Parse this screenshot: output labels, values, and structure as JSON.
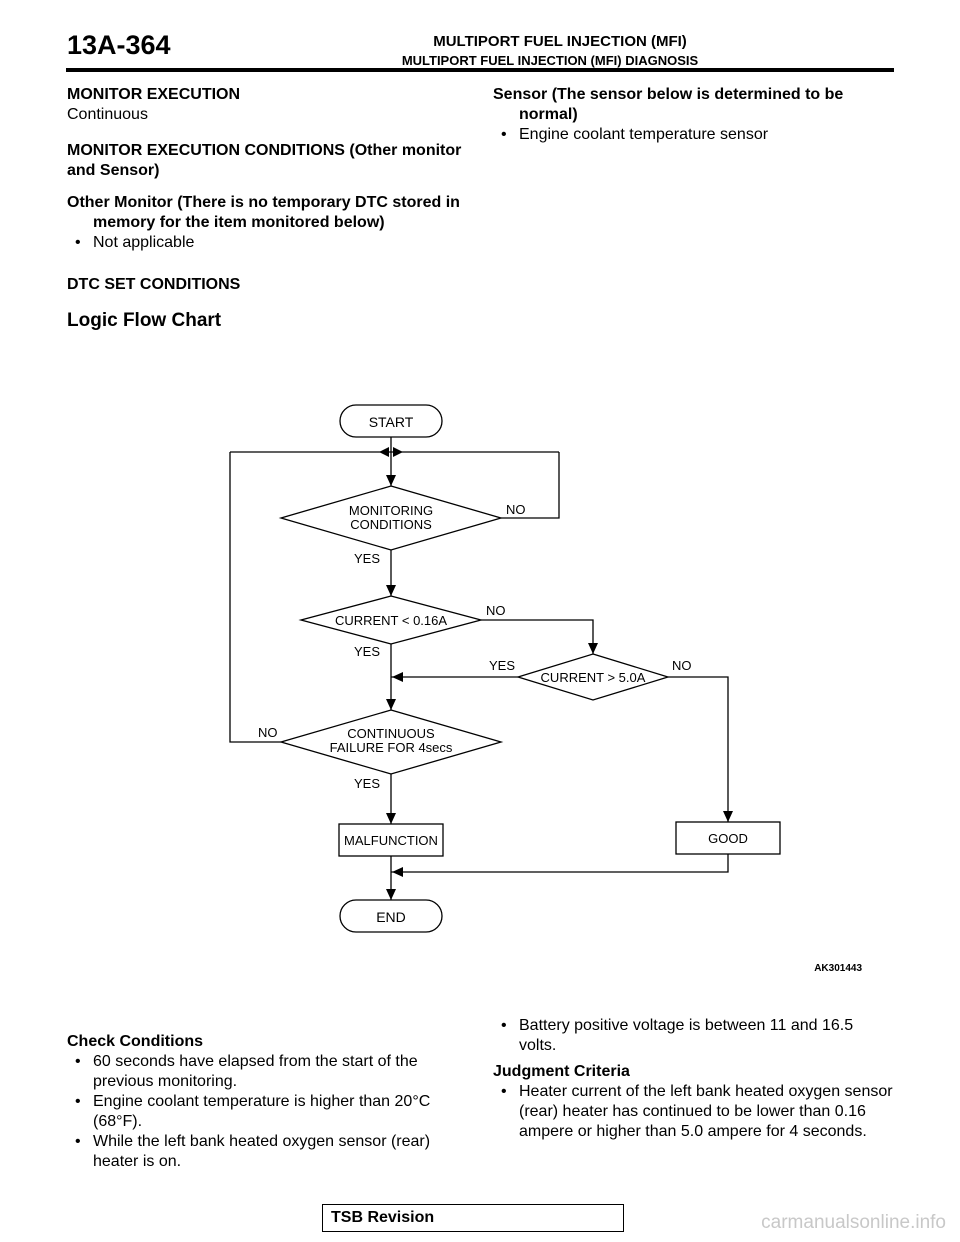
{
  "header": {
    "page_number": "13A-364",
    "title": "MULTIPORT FUEL INJECTION (MFI)",
    "subtitle": "MULTIPORT FUEL INJECTION (MFI) DIAGNOSIS"
  },
  "left_top": {
    "monitor_execution_heading": "MONITOR EXECUTION",
    "monitor_execution_value": "Continuous",
    "conditions_heading": "MONITOR EXECUTION CONDITIONS (Other monitor and Sensor)",
    "other_monitor_heading": "Other Monitor (There is no temporary DTC stored in memory for the item monitored below)",
    "other_monitor_item": "Not applicable",
    "dtc_heading": "DTC SET CONDITIONS",
    "logic_heading": "Logic Flow Chart"
  },
  "right_top": {
    "sensor_heading": "Sensor (The sensor below is determined to be normal)",
    "sensor_item": "Engine coolant temperature sensor"
  },
  "flowchart": {
    "start": "START",
    "monitoring_line1": "MONITORING",
    "monitoring_line2": "CONDITIONS",
    "no": "NO",
    "yes": "YES",
    "current_low": "CURRENT < 0.16A",
    "current_high": "CURRENT > 5.0A",
    "continuous_line1": "CONTINUOUS",
    "continuous_line2": "FAILURE FOR 4secs",
    "malfunction": "MALFUNCTION",
    "good": "GOOD",
    "end": "END",
    "figure_id": "AK301443"
  },
  "bottom_left": {
    "check_heading": "Check Conditions",
    "items": [
      "60 seconds have elapsed from the start of the previous monitoring.",
      "Engine coolant temperature is higher than 20°C (68°F).",
      "While the left bank heated oxygen sensor (rear) heater is on."
    ]
  },
  "bottom_right": {
    "battery_item": "Battery positive voltage is between 11 and 16.5 volts.",
    "judgment_heading": "Judgment Criteria",
    "judgment_item": "Heater current of the left bank heated oxygen sensor (rear) heater has continued to be lower than 0.16 ampere or higher than 5.0 ampere for 4 seconds."
  },
  "footer": {
    "tsb": "TSB Revision",
    "watermark": "carmanualsonline.info"
  }
}
